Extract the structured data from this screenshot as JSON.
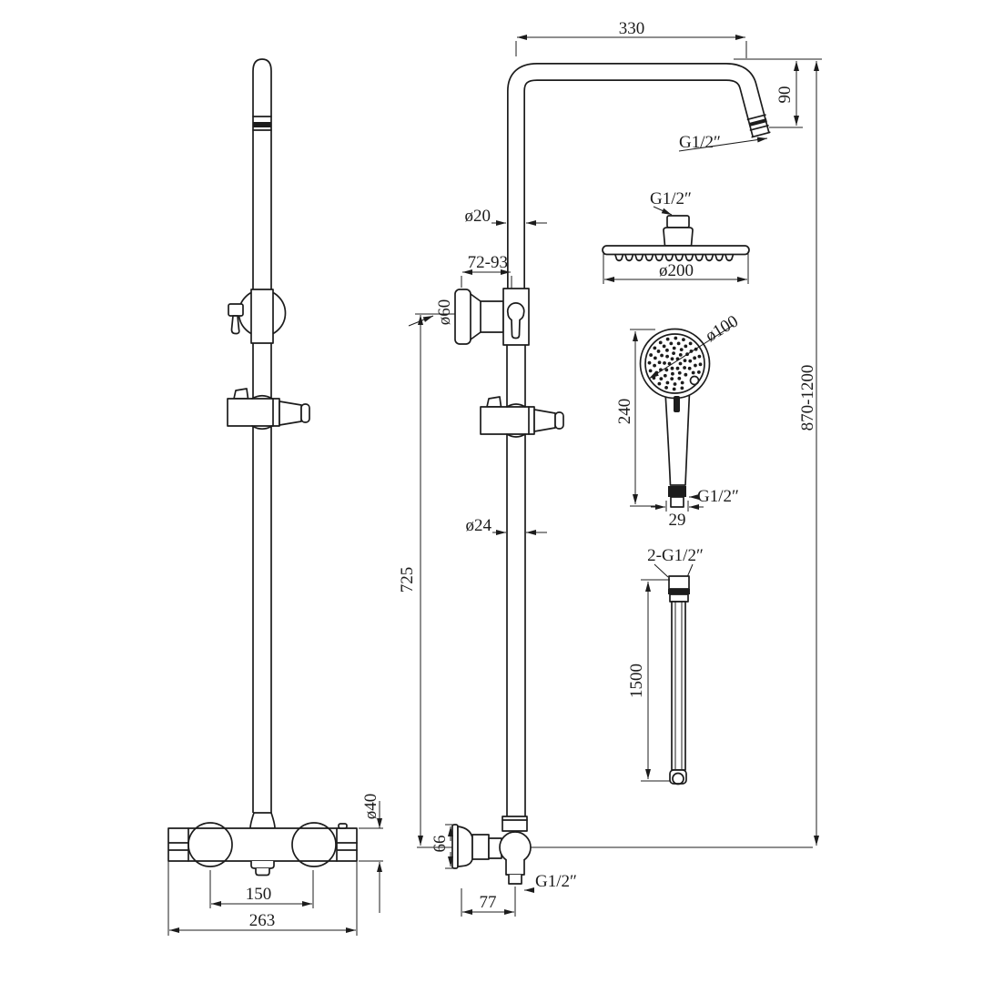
{
  "colors": {
    "line": "#1c1c1c",
    "background": "#ffffff"
  },
  "labels": {
    "arm_length": "330",
    "arm_drop": "90",
    "arm_thread": "G1/2″",
    "head_thread": "G1/2″",
    "head_diameter": "ø200",
    "riser_upper_diameter": "ø20",
    "bracket_adjust_range": "72-93",
    "bracket_flange_diameter": "ø60",
    "handset_diameter": "ø100",
    "handset_length": "240",
    "handset_thread": "G1/2″",
    "handset_nut_width": "29",
    "hose_thread": "2-G1/2″",
    "hose_length": "1500",
    "overall_height_range": "870-1200",
    "riser_lower_length": "725",
    "riser_lower_diameter": "ø24",
    "valve_body_diameter": "ø40",
    "elbow_flange_height": "66",
    "elbow_thread": "G1/2″",
    "elbow_wall_distance": "77",
    "valve_inlet_spacing": "150",
    "valve_width": "263"
  }
}
